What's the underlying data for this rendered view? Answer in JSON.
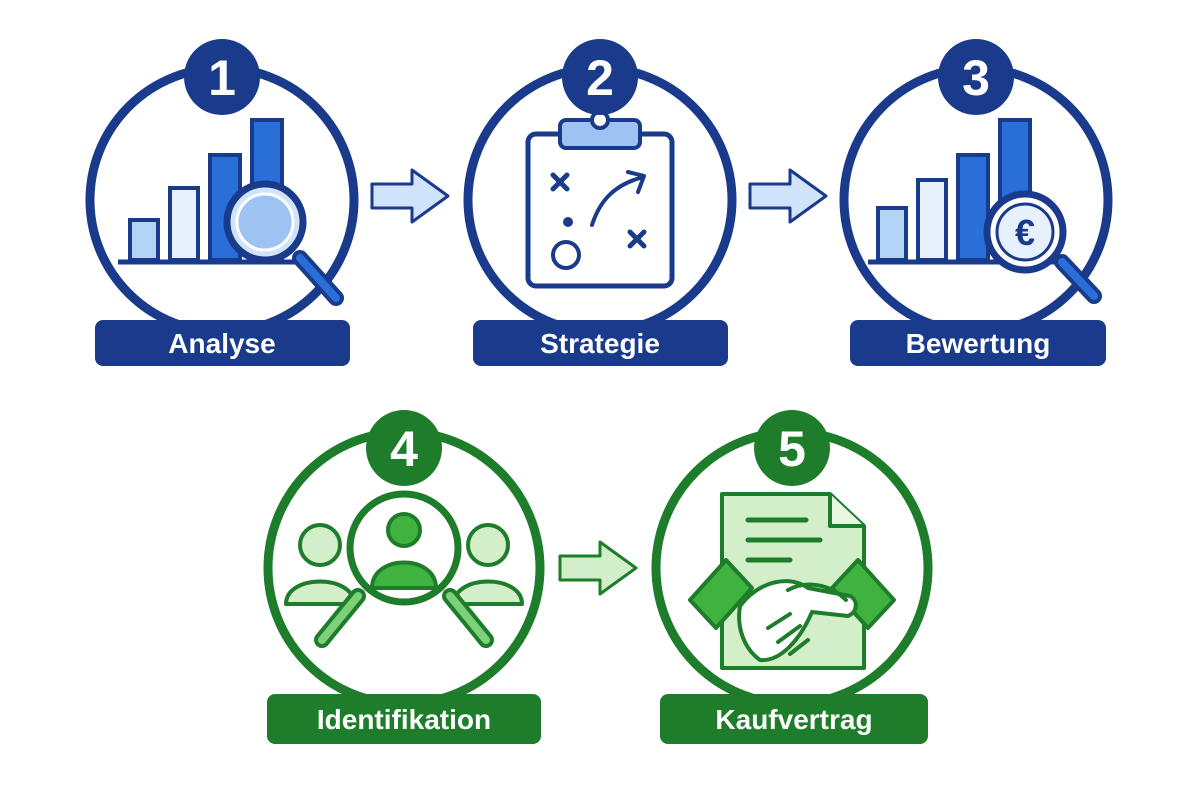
{
  "colors": {
    "blue_dark": "#1a3a8c",
    "blue_mid": "#2a6fd8",
    "blue_light": "#b3d4f5",
    "green_dark": "#1e7d2a",
    "green_mid": "#3fb23f",
    "green_light": "#d3efc9"
  },
  "steps": [
    {
      "number": "1",
      "label": "Analyse",
      "icon": "bar-chart-magnifier-icon"
    },
    {
      "number": "2",
      "label": "Strategie",
      "icon": "clipboard-strategy-icon"
    },
    {
      "number": "3",
      "label": "Bewertung",
      "icon": "bar-chart-euro-icon"
    },
    {
      "number": "4",
      "label": "Identifikation",
      "icon": "people-search-icon"
    },
    {
      "number": "5",
      "label": "Kaufvertrag",
      "icon": "handshake-contract-icon"
    }
  ],
  "currency_symbol": "€"
}
